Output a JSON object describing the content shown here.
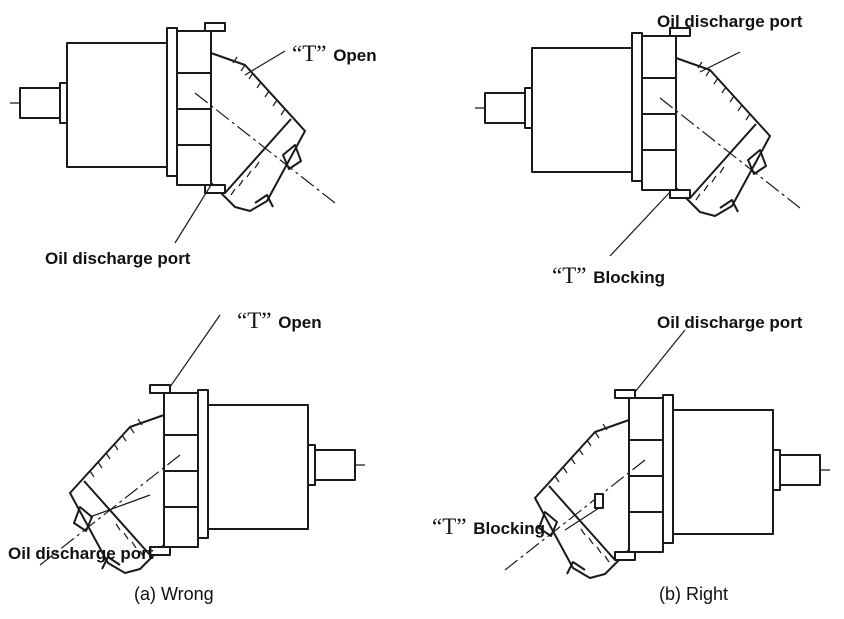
{
  "labels": {
    "a_top_text": "Open",
    "a_top_mark": "“T”",
    "a_top_oil": "Oil discharge port",
    "b_top_oil": "Oil discharge port",
    "b_top_text": "Blocking",
    "b_top_mark": "“T”",
    "a_bot_mark": "“T”",
    "a_bot_text": "Open",
    "a_bot_oil": "Oil discharge port",
    "b_bot_oil": "Oil discharge port",
    "b_bot_mark": "“T”",
    "b_bot_text": "Blocking"
  },
  "captions": {
    "wrong": "(a) Wrong",
    "right": "(b) Right"
  }
}
